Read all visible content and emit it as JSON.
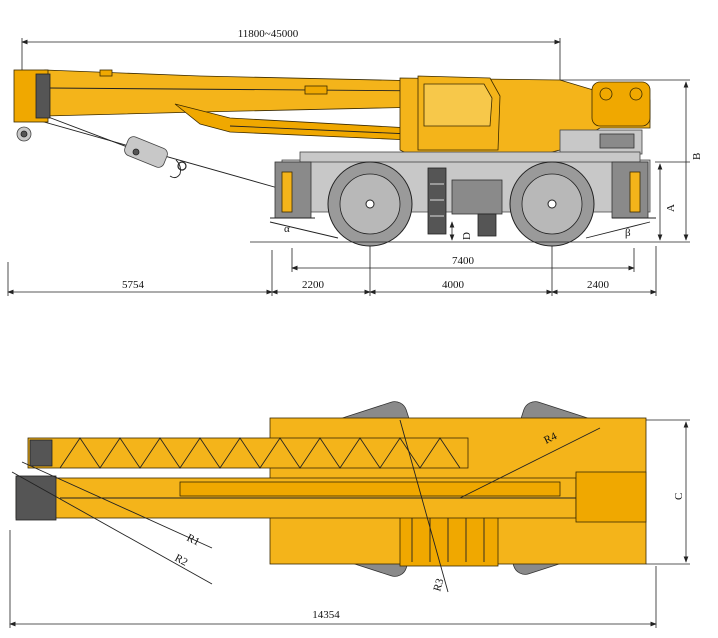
{
  "side_view": {
    "boom_length": "11800~45000",
    "rear_overhang": "5754",
    "front_to_axle": "2200",
    "wheelbase": "4000",
    "axle_to_rear": "2400",
    "outrigger_span": "7400",
    "angle_front": "α",
    "angle_rear": "β",
    "label_a": "A",
    "label_b": "B",
    "label_d": "D"
  },
  "top_view": {
    "overall_length": "14354",
    "label_c": "C",
    "radius_1": "R1",
    "radius_2": "R2",
    "radius_3": "R3",
    "radius_4": "R4"
  },
  "colors": {
    "body": "#f4b41a",
    "tyre": "#9a9a9a",
    "chassis": "#c8c8c8"
  }
}
